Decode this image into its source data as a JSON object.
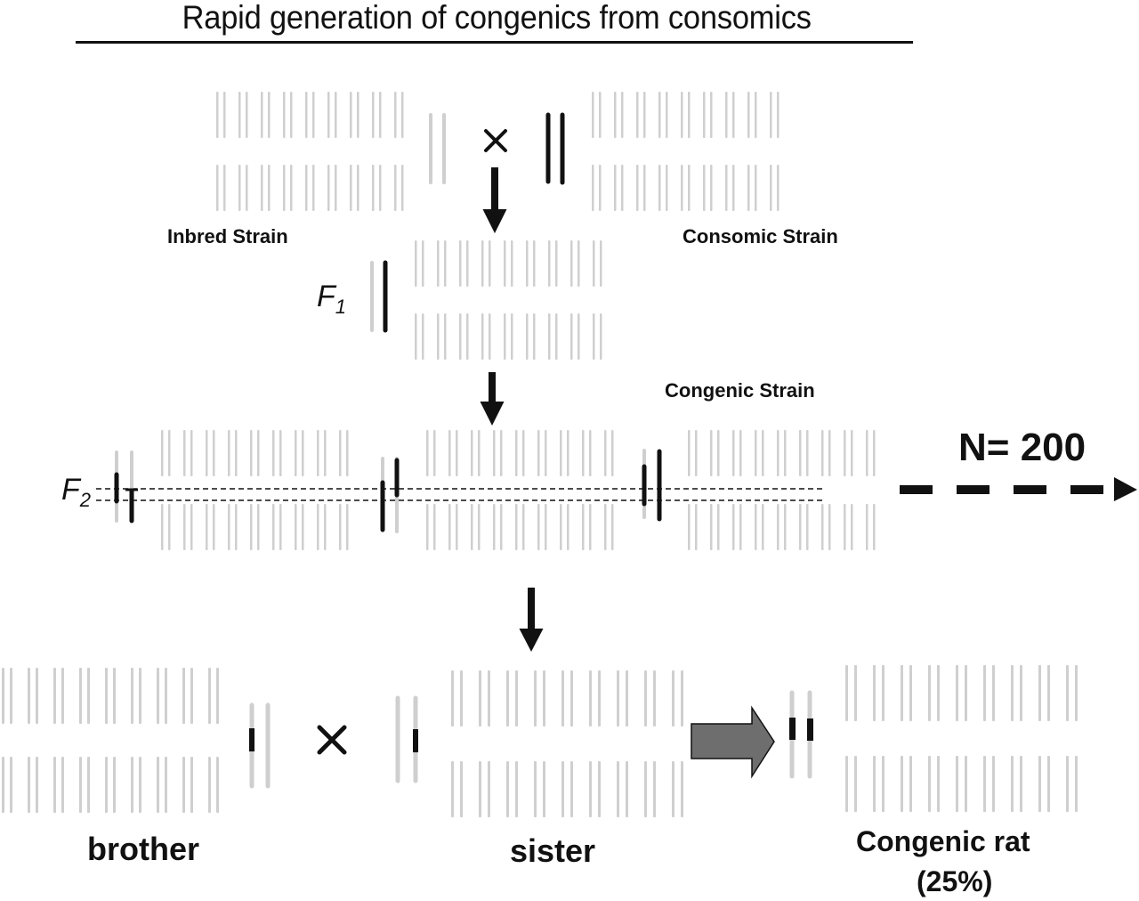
{
  "title": "Rapid generation of congenics from consomics",
  "labels": {
    "inbred_strain": "Inbred Strain",
    "consomic_strain": "Consomic Strain",
    "congenic_strain": "Congenic Strain",
    "f1_base": "F",
    "f1_sub": "1",
    "f2_base": "F",
    "f2_sub": "2",
    "n_count": "N= 200",
    "brother": "brother",
    "sister": "sister",
    "congenic_rat": "Congenic rat",
    "congenic_rat_pct": "(25%)"
  },
  "cross_symbol": "×",
  "colors": {
    "chromosome_background": "#cfcfcf",
    "chromosome_consomic": "#111111",
    "big_arrow_fill": "#6e6e6e"
  },
  "genome_panels": [
    {
      "name": "inbred-strain-genome",
      "pairs_per_row": 9,
      "rows": 2
    },
    {
      "name": "consomic-strain-genome",
      "pairs_per_row": 9,
      "rows": 2
    },
    {
      "name": "f1-genome",
      "pairs_per_row": 9,
      "rows": 2
    },
    {
      "name": "f2-genome-1",
      "pairs_per_row": 9,
      "rows": 2
    },
    {
      "name": "f2-genome-2",
      "pairs_per_row": 9,
      "rows": 2
    },
    {
      "name": "f2-genome-3",
      "pairs_per_row": 9,
      "rows": 2
    },
    {
      "name": "brother-genome",
      "pairs_per_row": 9,
      "rows": 2
    },
    {
      "name": "sister-genome",
      "pairs_per_row": 9,
      "rows": 2
    },
    {
      "name": "congenic-rat-genome",
      "pairs_per_row": 9,
      "rows": 2
    }
  ],
  "icons": {
    "cross": "cross-icon",
    "down_arrow": "down-arrow-icon",
    "dashed_arrow": "dashed-right-arrow-icon",
    "block_arrow": "block-right-arrow-icon"
  }
}
